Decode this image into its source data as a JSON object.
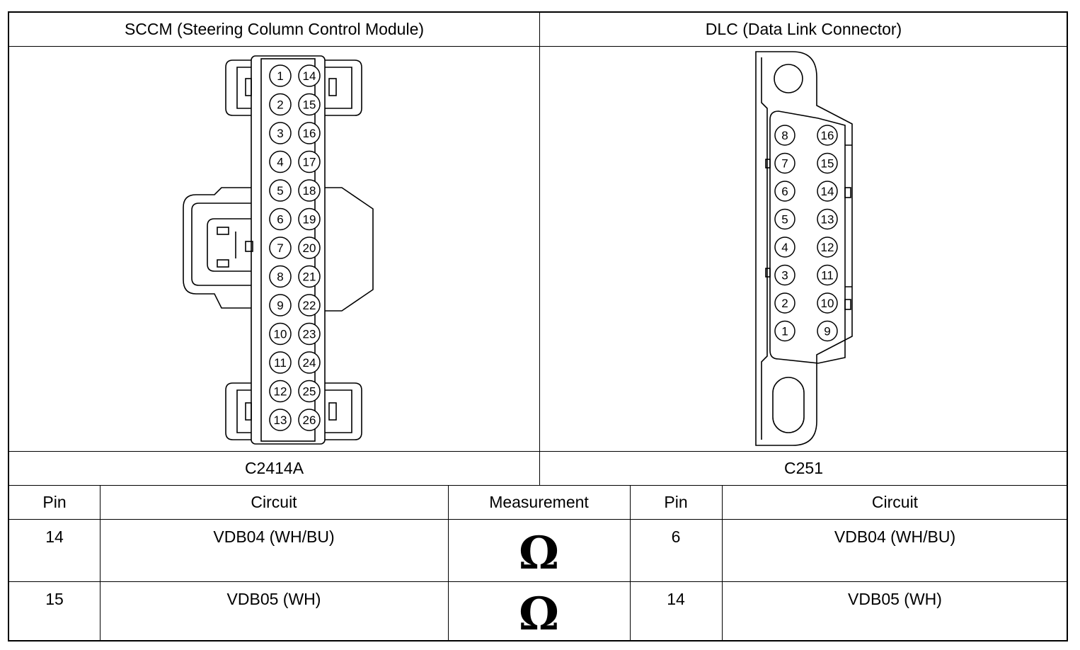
{
  "connectors": {
    "left": {
      "title": "SCCM (Steering Column Control Module)",
      "id": "C2414A",
      "pins_col1": [
        "1",
        "2",
        "3",
        "4",
        "5",
        "6",
        "7",
        "8",
        "9",
        "10",
        "11",
        "12",
        "13"
      ],
      "pins_col2": [
        "14",
        "15",
        "16",
        "17",
        "18",
        "19",
        "20",
        "21",
        "22",
        "23",
        "24",
        "25",
        "26"
      ]
    },
    "right": {
      "title": "DLC (Data Link Connector)",
      "id": "C251",
      "pins_col1": [
        "8",
        "7",
        "6",
        "5",
        "4",
        "3",
        "2",
        "1"
      ],
      "pins_col2": [
        "16",
        "15",
        "14",
        "13",
        "12",
        "11",
        "10",
        "9"
      ]
    }
  },
  "table": {
    "headers": [
      "Pin",
      "Circuit",
      "Measurement",
      "Pin",
      "Circuit"
    ],
    "rows": [
      {
        "pin_a": "14",
        "circuit_a": "VDB04 (WH/BU)",
        "measurement": "Ω",
        "pin_b": "6",
        "circuit_b": "VDB04 (WH/BU)"
      },
      {
        "pin_a": "15",
        "circuit_a": "VDB05 (WH)",
        "measurement": "Ω",
        "pin_b": "14",
        "circuit_b": "VDB05 (WH)"
      }
    ]
  }
}
